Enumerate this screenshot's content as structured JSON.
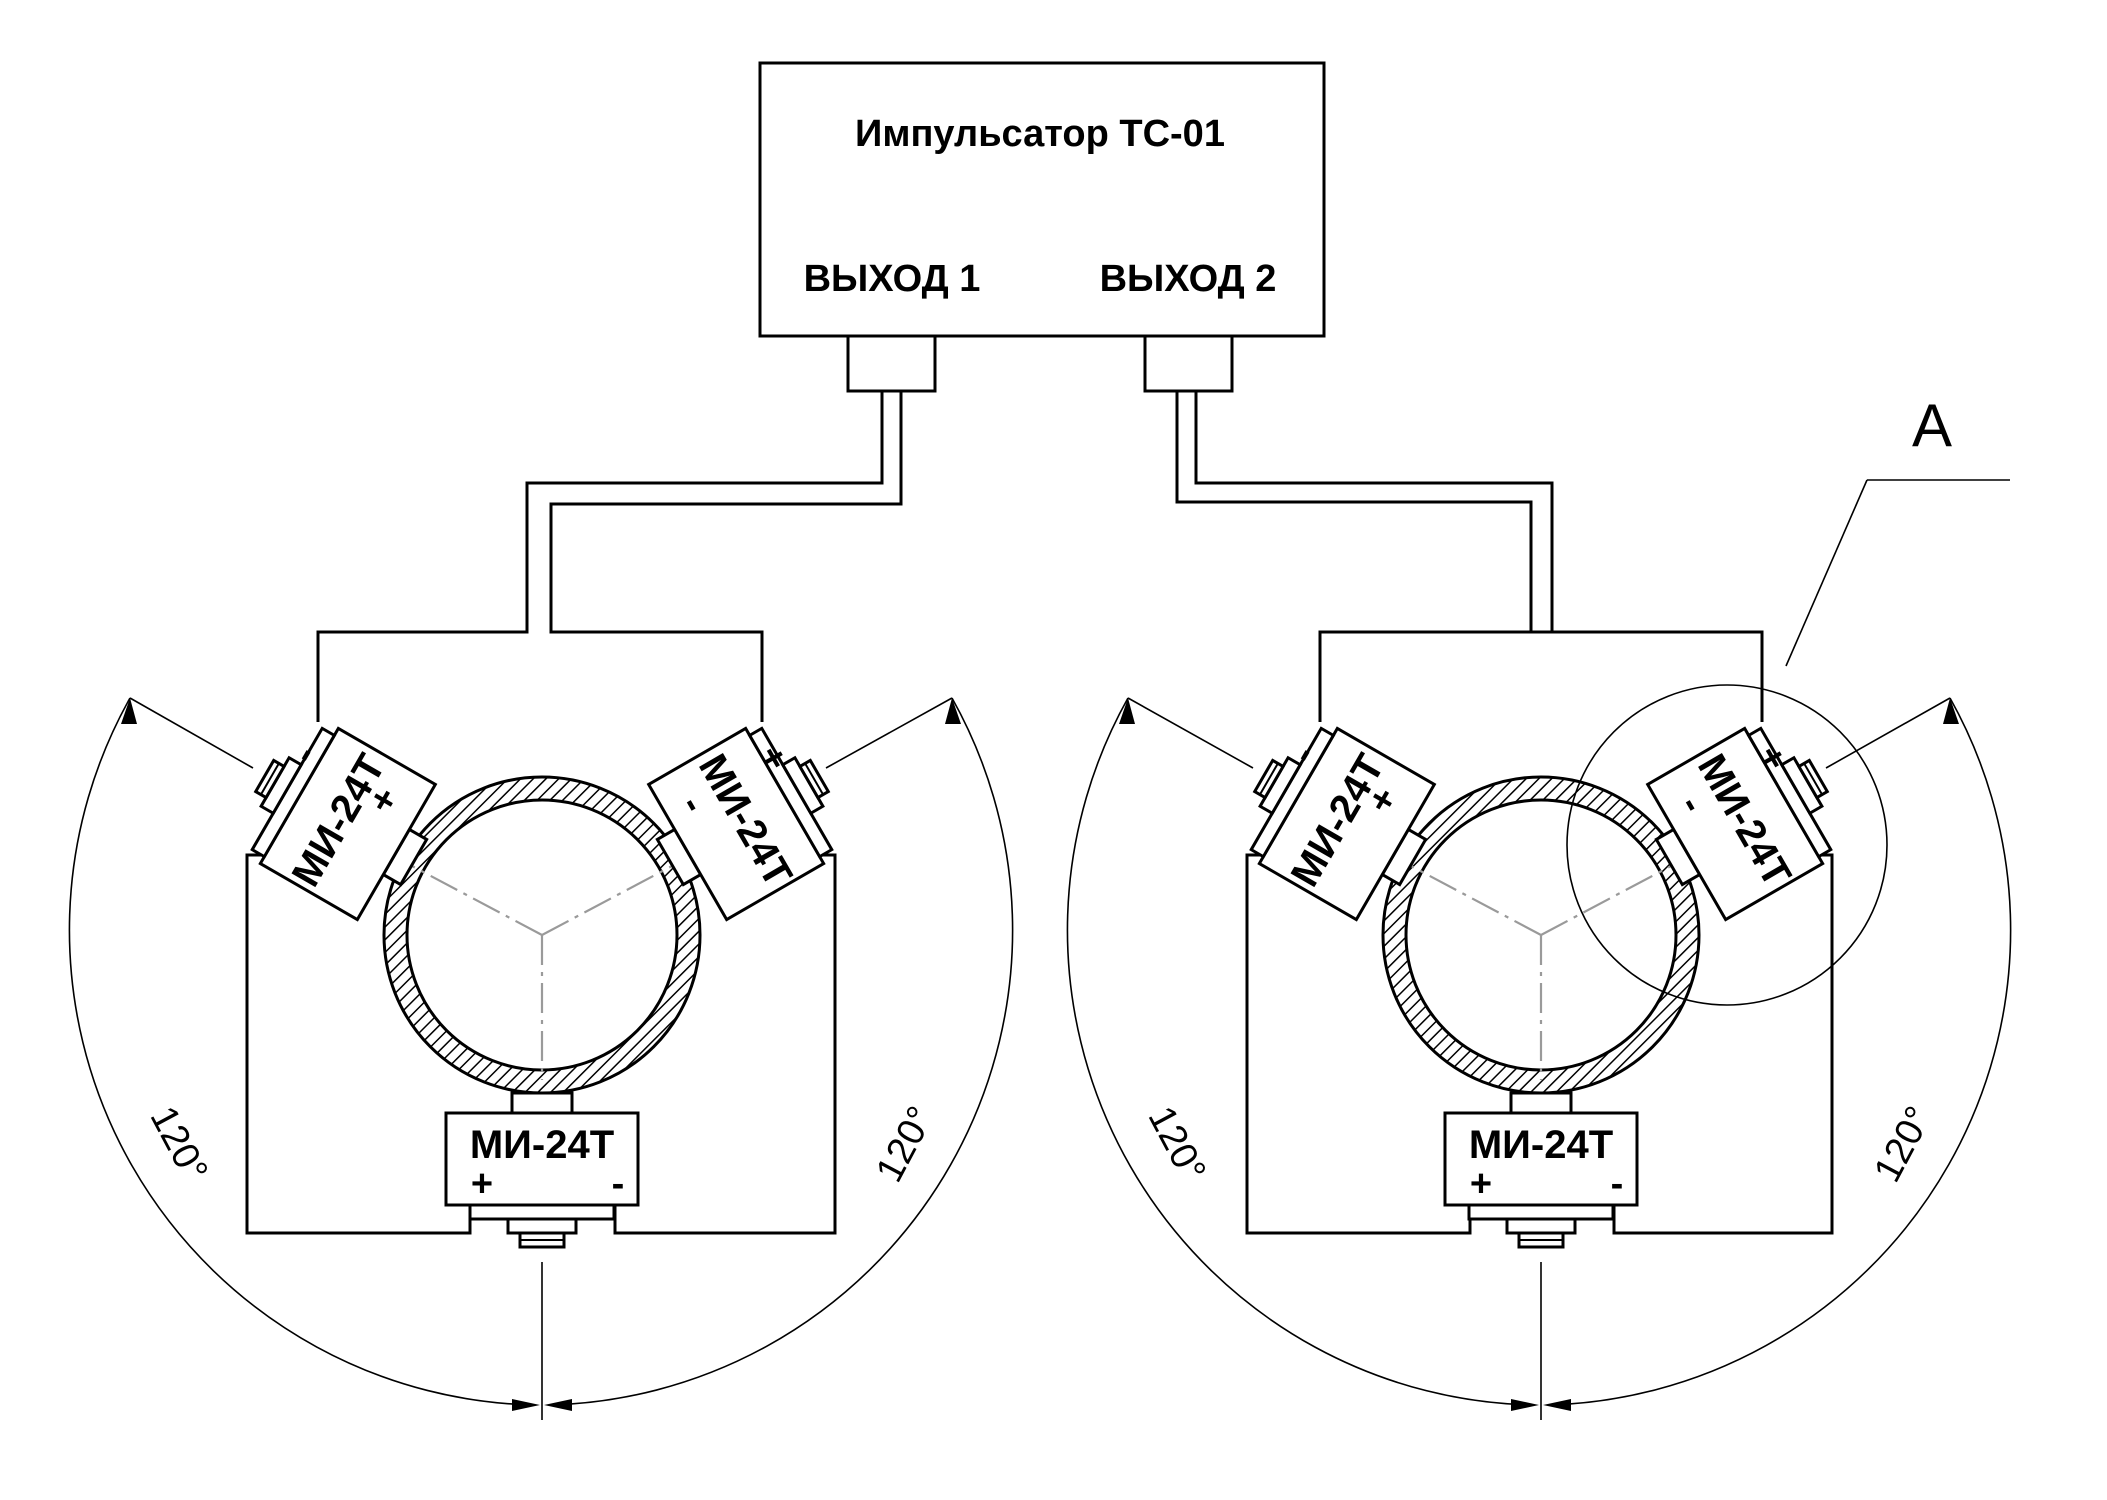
{
  "device": {
    "title": "Импульсатор ТС-01",
    "output1": "ВЫХОД 1",
    "output2": "ВЫХОД 2"
  },
  "sensor": {
    "model": "МИ-24Т",
    "plus": "+",
    "minus": "-"
  },
  "dimension": {
    "angle": "120°"
  },
  "callout": {
    "label": "А"
  },
  "colors": {
    "line": "#000000",
    "centerline": "#9a9a9a",
    "background": "#ffffff"
  }
}
